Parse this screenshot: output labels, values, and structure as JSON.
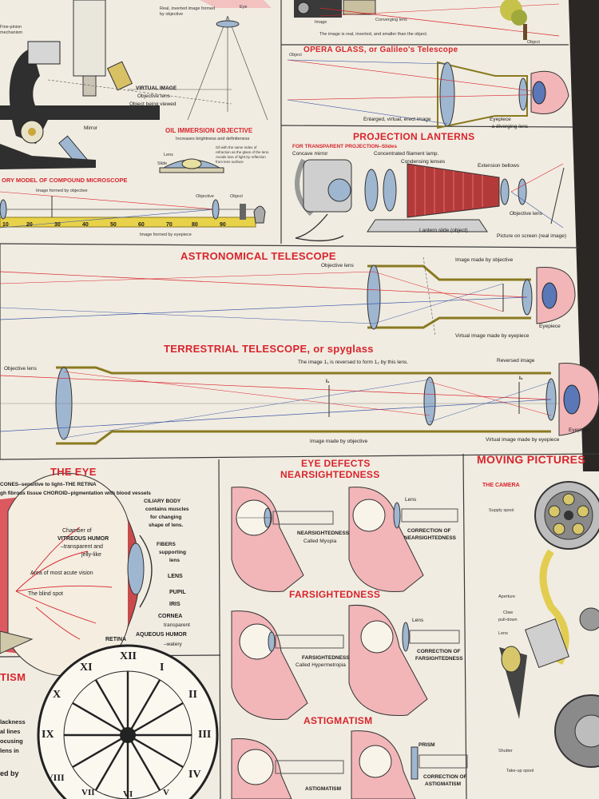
{
  "colors": {
    "paper": "#f1ece1",
    "title_red": "#d8242d",
    "lens_blue": "#9fb6d0",
    "tube_gold": "#c7a95a",
    "skin_pink": "#f2b6b8",
    "rule_line": "#3a3a3a"
  },
  "microscope": {
    "caption_real": "Real, inverted image formed by objective",
    "virtual_image": "VIRTUAL IMAGE",
    "objective_lens": "Objective lens",
    "object_viewed": "Object being viewed",
    "mirror": "Mirror",
    "fine_pinion": "Fine-pinion mechanism",
    "eye": "Eye",
    "oil_title": "OIL IMMERSION OBJECTIVE",
    "oil_caption": "Increases brightness and definiteness",
    "oil_lens": "Lens",
    "oil_slide": "Slide",
    "oil_note": "Oil with the same index of refraction as the glass of the lens. Avoids loss of light by reflection from lens surface.",
    "theory_title": "ORY MODEL OF COMPOUND MICROSCOPE",
    "image_by_objective": "Image formed by objective",
    "objective": "Objective",
    "object": "Object",
    "image_by_eyepiece": "Image formed by eyepiece",
    "scale": [
      "10",
      "20",
      "30",
      "40",
      "50",
      "60",
      "70",
      "80",
      "90"
    ]
  },
  "camera_box": {
    "image": "Image",
    "converging": "Converging lens",
    "caption": "The image is real, inverted, and smaller than the object.",
    "object": "Object"
  },
  "galileo": {
    "title": "OPERA GLASS, or Galileo's Telescope",
    "object": "Object",
    "enlarged": "Enlarged, virtual, erect image",
    "eyepiece": "Eyepiece",
    "diverging": "–a diverging lens"
  },
  "projection": {
    "title": "PROJECTION LANTERNS",
    "subtitle": "FOR TRANSPARENT PROJECTION–Slides",
    "concave_mirror": "Concave mirror",
    "filament": "Concentrated filament lamp.",
    "condensing": "Condensing lenses",
    "bellows": "Extension bellows",
    "objective_lens": "Objective lens",
    "slide": "Lantern slide (object)",
    "picture": "Picture on screen (real image)"
  },
  "astronomical": {
    "title": "ASTRONOMICAL TELESCOPE",
    "objective_lens": "Objective lens",
    "image_by_objective": "Image made by objective",
    "eyepiece": "Eyepiece",
    "virtual_by_eyepiece": "Virtual image made by eyepiece"
  },
  "terrestrial": {
    "title": "TERRESTRIAL TELESCOPE, or spyglass",
    "objective_lens": "Objective lens",
    "reversed_note": "The image 1₁ is reversed to form 1₂ by this lens.",
    "reversed_image": "Reversed image",
    "i1": "I₁",
    "i2": "I₂",
    "image_by_objective": "Image made by objective",
    "eyepiece": "Eyepiece",
    "virtual_by_eyepiece": "Virtual image made by eyepiece"
  },
  "eye": {
    "title": "THE EYE",
    "cones": "CONES–sensitive to light–THE RETINA",
    "choroid": "gh fibrous tissue  CHOROID–pigmentation with blood vessels",
    "ciliary_1": "CILIARY BODY",
    "ciliary_2": "contains muscles",
    "ciliary_3": "for changing",
    "ciliary_4": "shape of lens.",
    "chamber_1": "Chamber of",
    "chamber_2": "VITREOUS HUMOR",
    "chamber_3": "–transparent and",
    "chamber_4": "jelly-like",
    "fibers_1": "FIBERS",
    "fibers_2": "supporting",
    "fibers_3": "lens",
    "acute": "Area of most acute vision",
    "blind": "The blind spot",
    "lens": "LENS",
    "pupil": "PUPIL",
    "iris": "IRIS",
    "cornea": "CORNEA",
    "transparent": "transparent",
    "aqueous": "AQUEOUS HUMOR",
    "watery": "–watery",
    "retina": "RETINA"
  },
  "defects": {
    "title_1": "EYE DEFECTS",
    "title_2": "NEARSIGHTEDNESS",
    "near_lens": "Lens",
    "near": "NEARSIGHTEDNESS",
    "near_called": "Called Myopia",
    "near_corr_1": "CORRECTION OF",
    "near_corr_2": "NEARSIGHTEDNESS",
    "far_title": "FARSIGHTEDNESS",
    "far_lens": "Lens",
    "far": "FARSIGHTEDNESS",
    "far_called": "Called Hypermetropia",
    "far_corr_1": "CORRECTION OF",
    "far_corr_2": "FARSIGHTEDNESS",
    "astig_title": "ASTIGMATISM",
    "prism": "PRISM",
    "astig": "ASTIGMATISM",
    "astig_corr_1": "CORRECTION OF",
    "astig_corr_2": "ASTIGMATISM"
  },
  "astig_chart": {
    "title": "TISM",
    "line1": "lackness",
    "line2": "al lines",
    "line3": "ocusing",
    "line4": "lens in",
    "line5": "ed by",
    "numerals": [
      "XII",
      "I",
      "II",
      "III",
      "IV",
      "V",
      "VI",
      "VII",
      "VIII",
      "IX",
      "X",
      "XI"
    ]
  },
  "moving": {
    "title": "MOVING PICTURES",
    "camera": "THE CAMERA",
    "supply": "Supply spool",
    "aperture": "Aperture",
    "claw_1": "Claw",
    "claw_2": "pull-down",
    "lens": "Lens",
    "shutter": "Shutter",
    "takeup": "Take-up spool"
  }
}
